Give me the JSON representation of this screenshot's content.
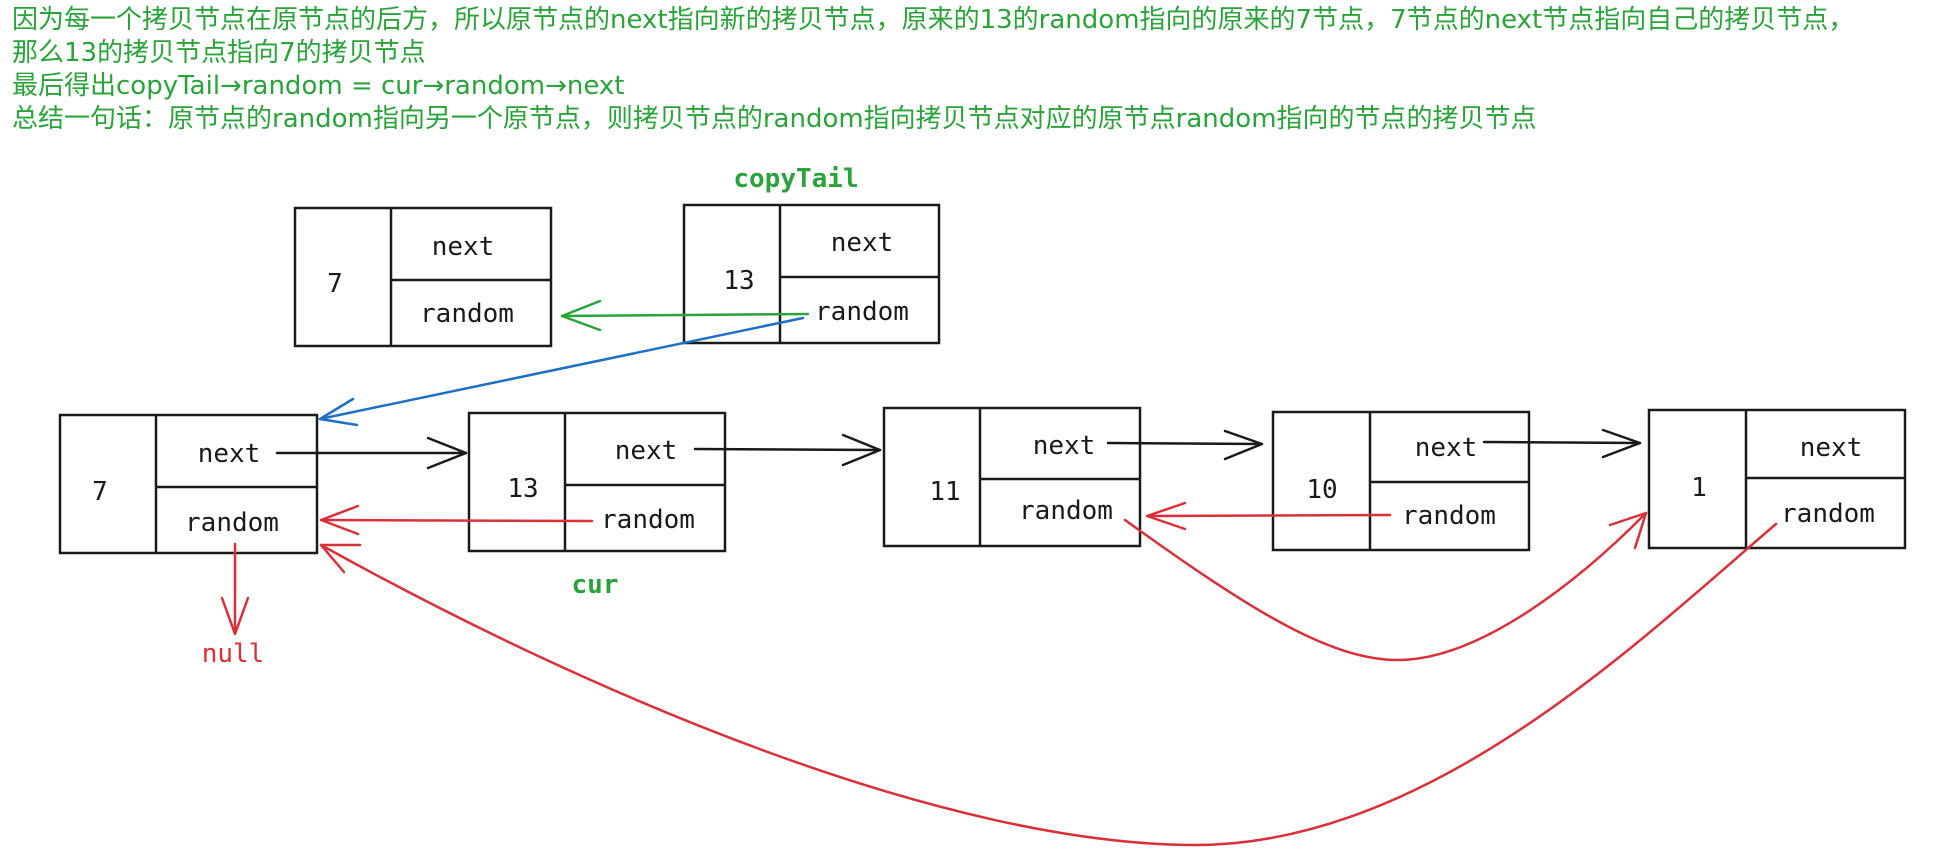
{
  "notes": [
    "因为每一个拷贝节点在原节点的后方，所以原节点的next指向新的拷贝节点，原来的13的random指向的原来的7节点，7节点的next节点指向自己的拷贝节点，",
    "那么13的拷贝节点指向7的拷贝节点",
    "最后得出copyTail→random = cur→random→next",
    "总结一句话：原节点的random指向另一个原节点，则拷贝节点的random指向拷贝节点对应的原节点random指向的节点的拷贝节点"
  ],
  "copy_nodes": [
    {
      "value": "7",
      "next_label": "next",
      "random_label": "random"
    },
    {
      "value": "13",
      "next_label": "next",
      "random_label": "random"
    }
  ],
  "list_nodes": [
    {
      "value": "7",
      "next_label": "next",
      "random_label": "random"
    },
    {
      "value": "13",
      "next_label": "next",
      "random_label": "random"
    },
    {
      "value": "11",
      "next_label": "next",
      "random_label": "random"
    },
    {
      "value": "10",
      "next_label": "next",
      "random_label": "random"
    },
    {
      "value": "1",
      "next_label": "next",
      "random_label": "random"
    }
  ],
  "labels": {
    "copy_tail": "copyTail",
    "cur": "cur",
    "null": "null"
  },
  "colors": {
    "note_text": "#2aa33a",
    "random_pointer": "#d9303a",
    "copy_random_pointer": "#2aa33a",
    "derived_pointer": "#1f6fc4",
    "next_pointer": "#1a1a1a"
  }
}
